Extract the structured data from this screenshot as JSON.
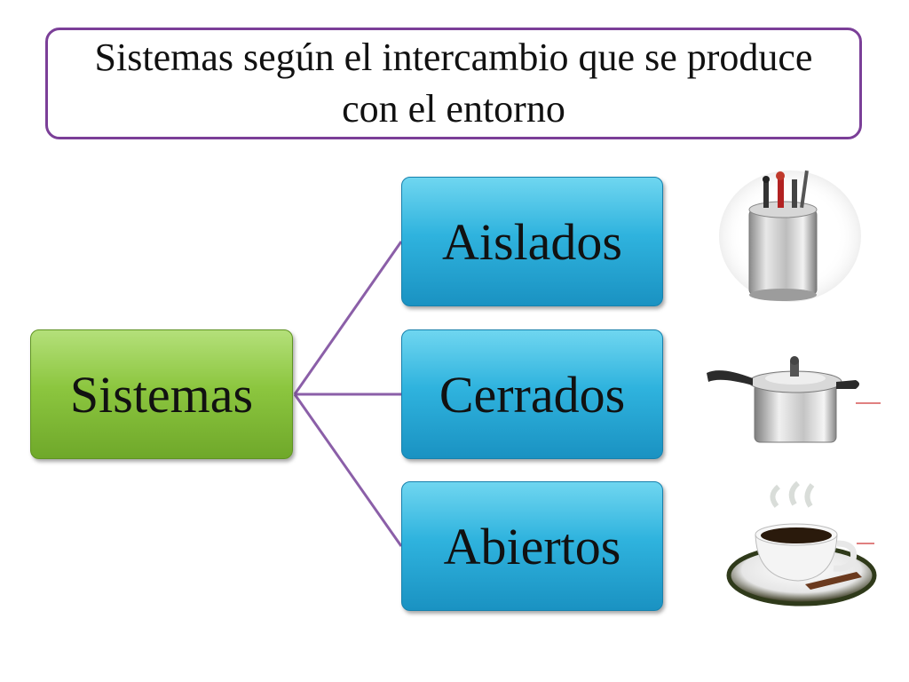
{
  "title": "Sistemas según el intercambio que se produce con el entorno",
  "root": {
    "label": "Sistemas"
  },
  "children": [
    {
      "label": "Aislados",
      "icon": "calorimeter-icon"
    },
    {
      "label": "Cerrados",
      "icon": "pressure-cooker-icon"
    },
    {
      "label": "Abiertos",
      "icon": "coffee-cup-icon"
    }
  ],
  "colors": {
    "title_border": "#7b3f98",
    "connector": "#8b5fa8",
    "root_fill": "#8cc63f",
    "child_fill": "#2fb3de"
  }
}
